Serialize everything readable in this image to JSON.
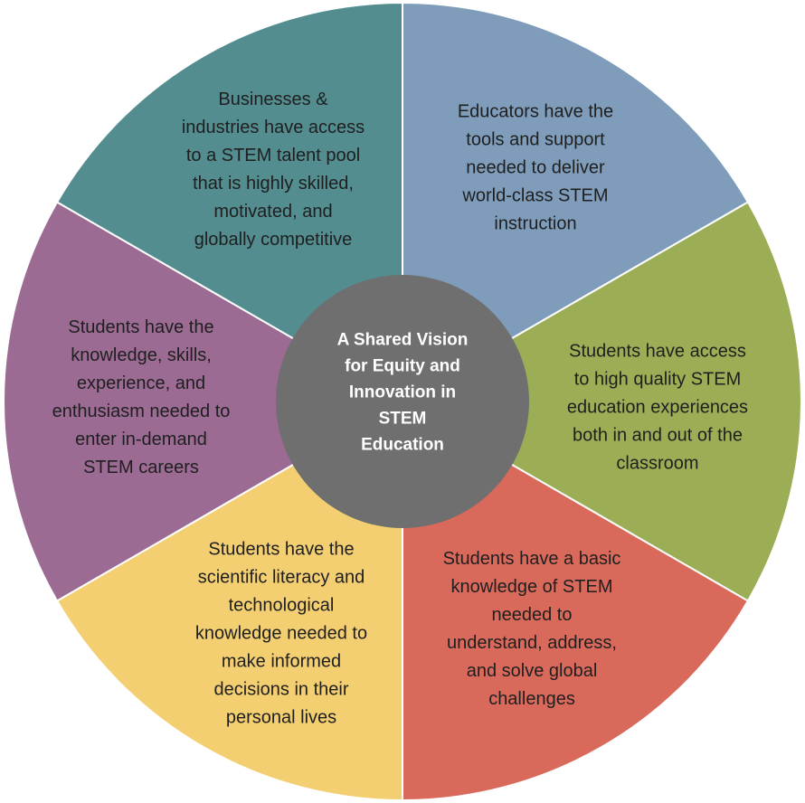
{
  "diagram": {
    "title": "A Shared Vision for Equity and Innovation in STEM Education",
    "center": {
      "label": "A Shared Vision\nfor Equity and\nInnovation in\nSTEM\nEducation",
      "color": "#6e6f6e",
      "text_color": "#ffffff"
    },
    "segments": [
      {
        "id": "educators-tools",
        "label": "Educators have the\ntools and support\nneeded to deliver\nworld-class STEM\ninstruction",
        "color": "#7f9dba"
      },
      {
        "id": "students-access",
        "label": "Students have access\nto high quality STEM\neducation experiences\nboth in and out of the\nclassroom",
        "color": "#9bad55"
      },
      {
        "id": "students-basic-knowledge",
        "label": "Students have a basic\nknowledge of STEM\nneeded to\nunderstand, address,\nand solve global\nchallenges",
        "color": "#d96a5b"
      },
      {
        "id": "students-scientific-literacy",
        "label": "Students have the\nscientific literacy and\ntechnological\nknowledge needed to\nmake informed\ndecisions in their\npersonal lives",
        "color": "#f3cf72"
      },
      {
        "id": "students-careers",
        "label": "Students have the\nknowledge, skills,\nexperience, and\nenthusiasm needed to\nenter in-demand\nSTEM careers",
        "color": "#9b6b93"
      },
      {
        "id": "businesses-industries",
        "label": "Businesses &\nindustries have access\nto a STEM talent pool\nthat is highly skilled,\nmotivated, and\nglobally competitive",
        "color": "#538d90"
      }
    ]
  }
}
